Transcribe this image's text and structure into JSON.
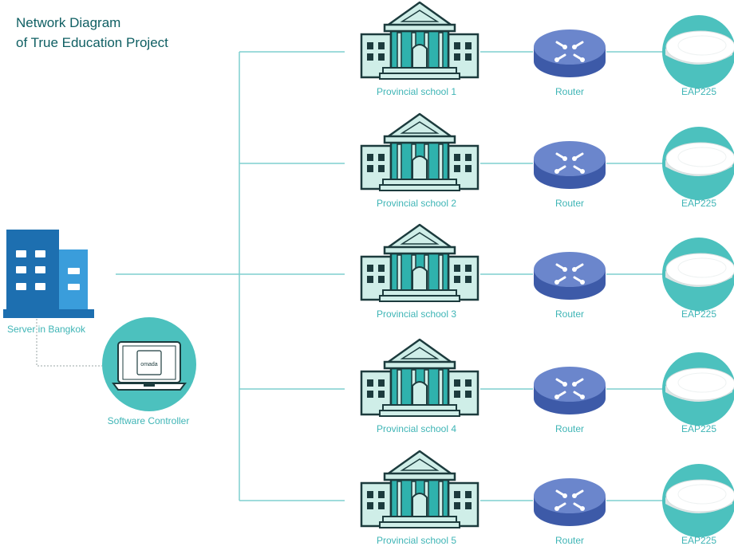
{
  "diagram": {
    "title_line1": "Network Diagram",
    "title_line2": "of True Education Project",
    "server": {
      "label": "Server in Bangkok",
      "icon": "office-building-icon"
    },
    "controller": {
      "label": "Software Controller",
      "screen_text": "omada",
      "icon": "laptop-icon"
    },
    "rows": [
      {
        "school": "Provincial school 1",
        "router": "Router",
        "ap": "EAP225"
      },
      {
        "school": "Provincial school 2",
        "router": "Router",
        "ap": "EAP225"
      },
      {
        "school": "Provincial school 3",
        "router": "Router",
        "ap": "EAP225"
      },
      {
        "school": "Provincial school 4",
        "router": "Router",
        "ap": "EAP225"
      },
      {
        "school": "Provincial school 5",
        "router": "Router",
        "ap": "EAP225"
      }
    ],
    "icons": {
      "school": "school-building-icon",
      "router": "router-icon",
      "ap": "access-point-icon"
    },
    "colors": {
      "title": "#0f5f63",
      "label": "#3fb5b6",
      "line": "#7fcfcf",
      "server_dark": "#1d6fb0",
      "server_light": "#3a9ddb",
      "router_top": "#6b86cc",
      "router_side": "#3d5aa8",
      "school_fill": "#2fb2ad",
      "school_pale": "#cfeee8",
      "school_outline": "#1c3b3d",
      "teal_circle": "#4cc1be"
    }
  }
}
